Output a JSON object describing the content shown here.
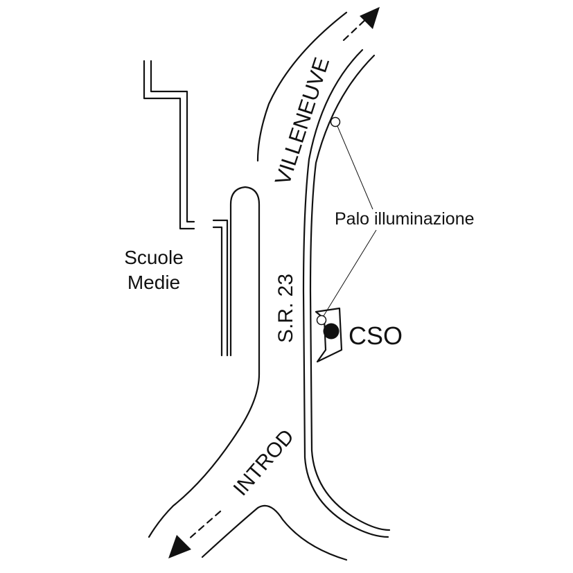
{
  "map": {
    "road_labels": {
      "north": "VILLENEUVE",
      "south": "INTROD",
      "road_number": "S.R. 23"
    },
    "building_label_line1": "Scuole",
    "building_label_line2": "Medie",
    "pole_label": "Palo illuminazione",
    "station_label": "CSO",
    "colors": {
      "ink": "#111111",
      "background": "#ffffff"
    },
    "icons": {
      "pole": "hollow-circle",
      "station": "filled-circle",
      "direction": "arrow"
    }
  }
}
